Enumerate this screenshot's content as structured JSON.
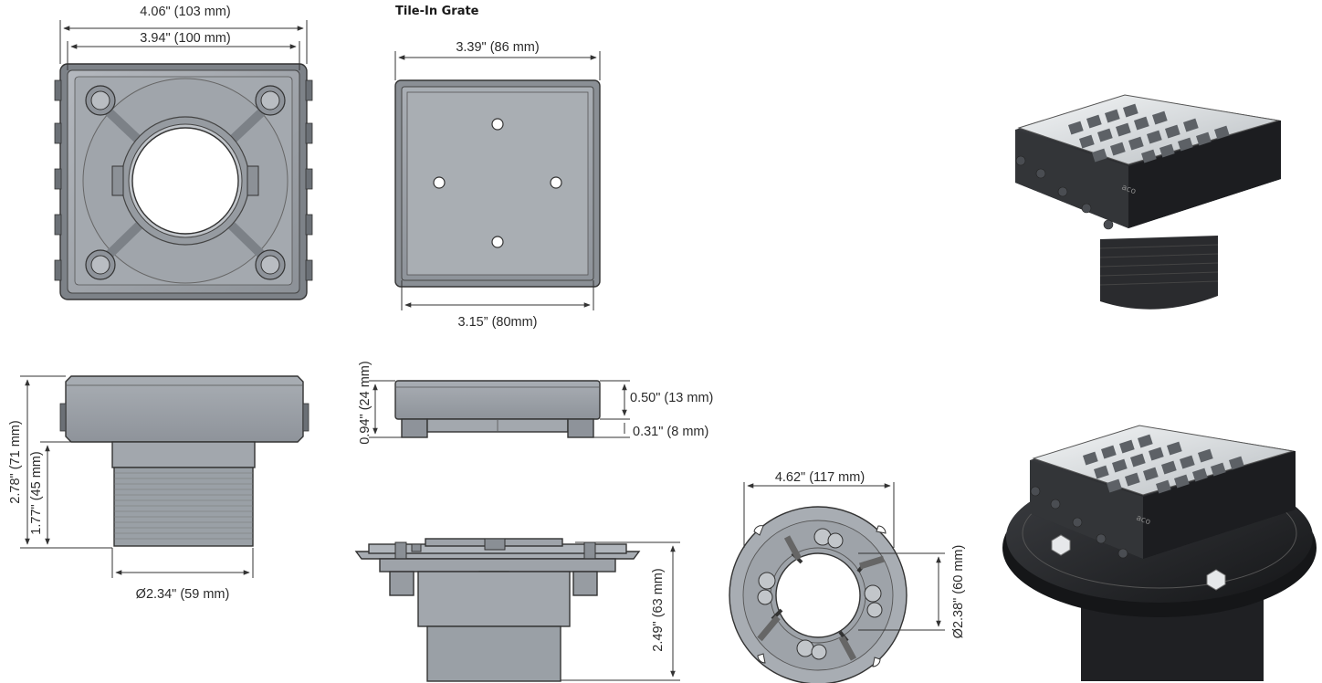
{
  "title": "Tile-In Grate",
  "dimensions": {
    "body_outer_width": "4.06\" (103 mm)",
    "body_inner_width": "3.94\" (100 mm)",
    "grate_outer_width": "3.39\" (86 mm)",
    "grate_inner_width": "3.15” (80mm)",
    "total_height": "2.78\" (71 mm)",
    "outlet_height": "1.77\" (45 mm)",
    "outlet_diameter": "Ø2.34\" (59 mm)",
    "grate_height": "0.94\" (24 mm)",
    "grate_top_thickness": "0.50\" (13 mm)",
    "grate_leg_height": "0.31\" (8 mm)",
    "flange_assembly_height": "2.49\" (63 mm)",
    "flange_diameter": "4.62\" (117 mm)",
    "flange_bore_diameter": "Ø2.38\" (60 mm)"
  },
  "logo_text": "aco",
  "colors": {
    "body_fill": "#9ea3aa",
    "dark_fill": "#2a2b2e",
    "steel": "#d9dde0",
    "line": "#333333"
  }
}
